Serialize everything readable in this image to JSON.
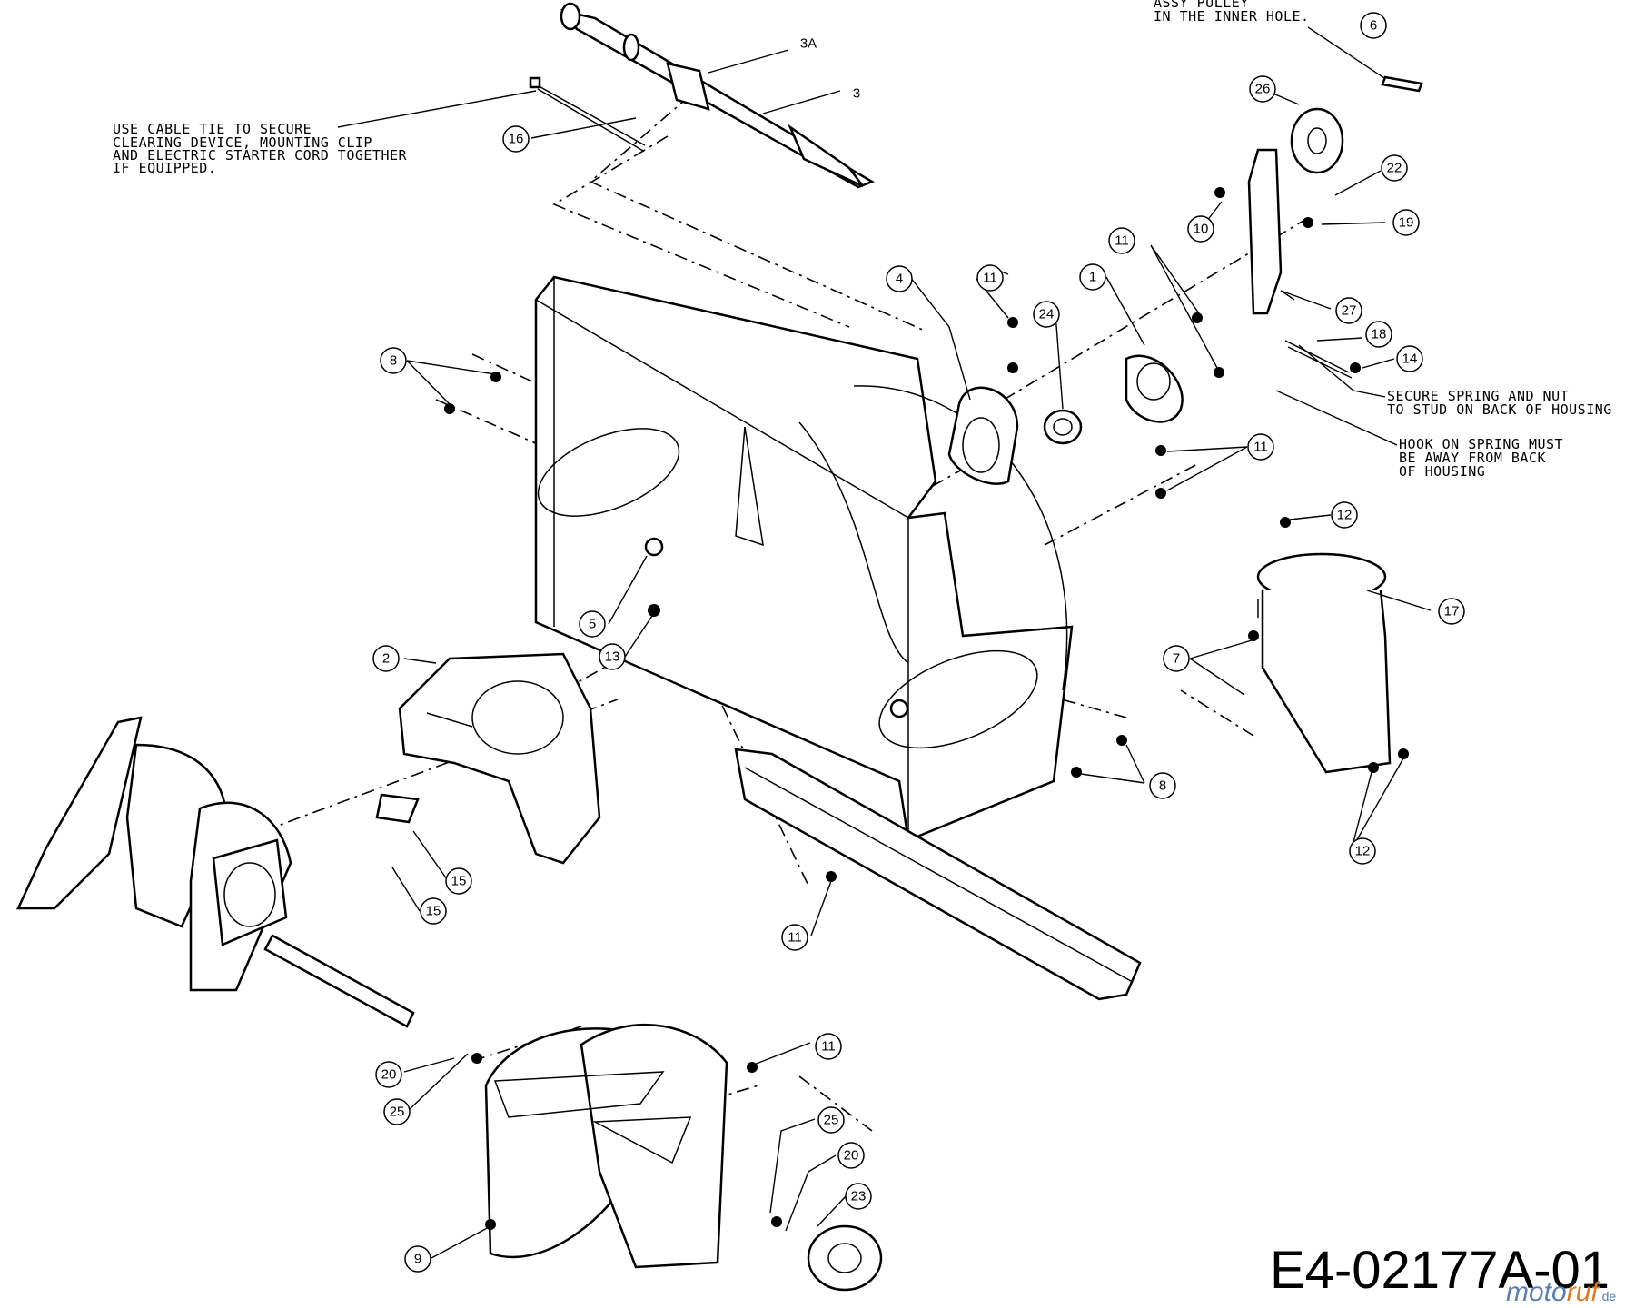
{
  "notes": {
    "cable_tie": [
      "USE CABLE TIE TO SECURE",
      "CLEARING DEVICE, MOUNTING CLIP",
      "AND ELECTRIC STARTER CORD TOGETHER",
      "IF EQUIPPED."
    ],
    "pulley": [
      "ASSY PULLEY",
      "IN THE INNER HOLE."
    ],
    "spring_nut": [
      "SECURE SPRING AND NUT",
      "TO STUD ON BACK OF HOUSING"
    ],
    "hook_spring": [
      "HOOK ON SPRING MUST",
      "BE AWAY FROM BACK",
      "OF HOUSING"
    ]
  },
  "callouts": {
    "c_3a": "3A",
    "c_3": "3",
    "c_16": "16",
    "c_6": "6",
    "c_26": "26",
    "c_22": "22",
    "c_10": "10",
    "c_19": "19",
    "c_11_a": "11",
    "c_4": "4",
    "c_11_b": "11",
    "c_24": "24",
    "c_1": "1",
    "c_27": "27",
    "c_18": "18",
    "c_14": "14",
    "c_8_a": "8",
    "c_11_c": "11",
    "c_12_a": "12",
    "c_17": "17",
    "c_5": "5",
    "c_13": "13",
    "c_7": "7",
    "c_2": "2",
    "c_8_b": "8",
    "c_15_a": "15",
    "c_15_b": "15",
    "c_11_d": "11",
    "c_12_b": "12",
    "c_11_e": "11",
    "c_20_a": "20",
    "c_25_a": "25",
    "c_25_b": "25",
    "c_20_b": "20",
    "c_23": "23",
    "c_9": "9"
  },
  "diagram_code": "E4-02177A-01",
  "watermark": {
    "part1": "moto",
    "part2": "ruf",
    "suffix": ".de"
  }
}
